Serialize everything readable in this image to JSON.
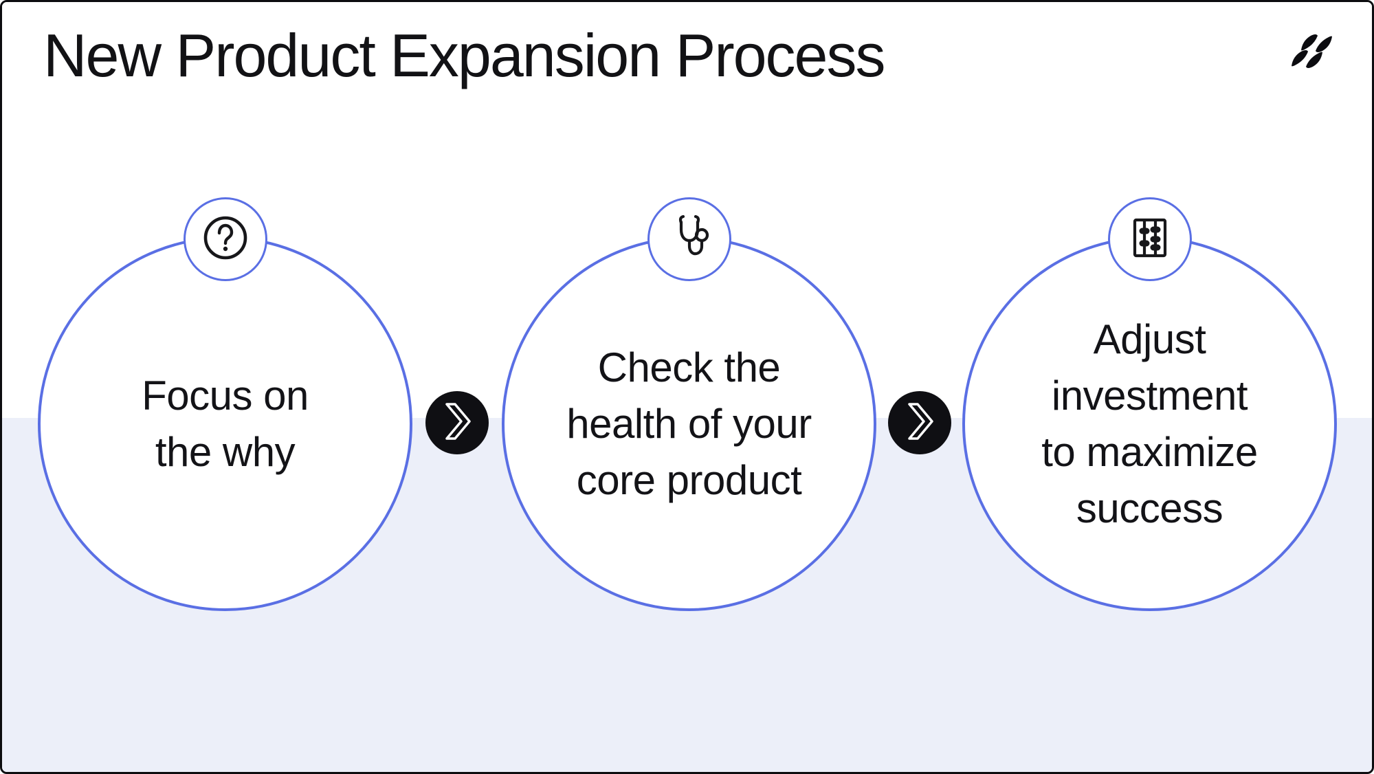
{
  "slide": {
    "title": "New Product Expansion Process",
    "brand_logo_icon": "reforge-mark-icon"
  },
  "colors": {
    "accent_blue": "#5A6FE4",
    "lower_band_lavender": "#ECEFF9",
    "ink": "#121215",
    "arrow_button_black": "#0F0F13"
  },
  "steps": [
    {
      "icon": "question-mark-circle-icon",
      "lines": [
        "Focus on",
        "the why"
      ]
    },
    {
      "icon": "stethoscope-icon",
      "lines": [
        "Check the",
        "health of your",
        "core product"
      ]
    },
    {
      "icon": "abacus-icon",
      "lines": [
        "Adjust",
        "investment",
        "to maximize",
        "success"
      ]
    }
  ],
  "connectors": [
    {
      "icon": "double-chevron-right-icon"
    },
    {
      "icon": "double-chevron-right-icon"
    }
  ]
}
